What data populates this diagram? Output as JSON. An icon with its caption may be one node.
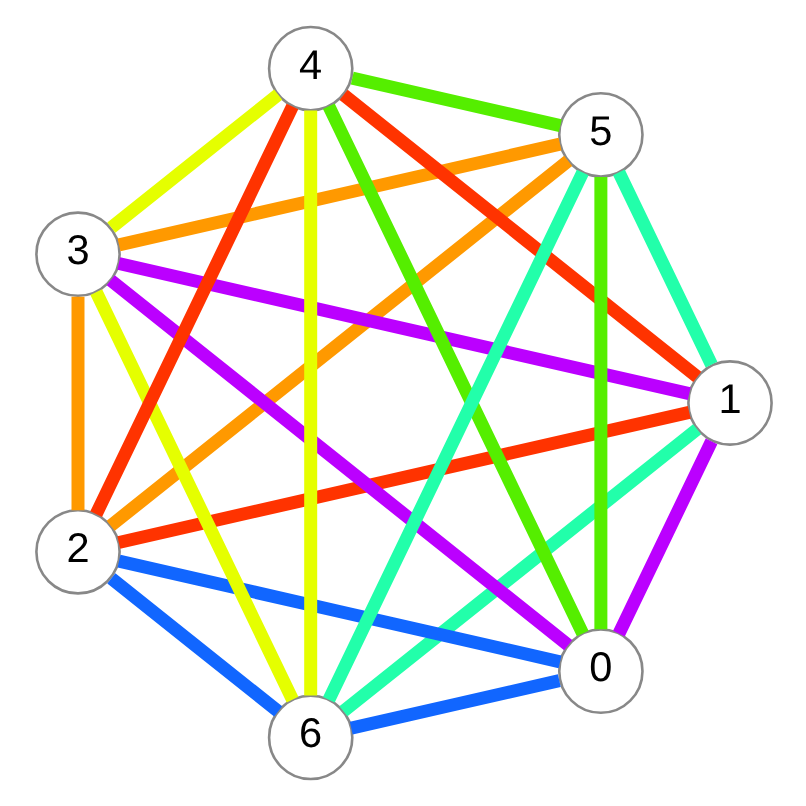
{
  "diagram": {
    "nodes": [
      {
        "text": [
          "0"
        ]
      },
      {
        "text": [
          "1"
        ]
      },
      {
        "text": [
          "2"
        ]
      },
      {
        "text": [
          "3"
        ]
      },
      {
        "text": [
          "4"
        ]
      },
      {
        "text": [
          "5"
        ]
      },
      {
        "text": [
          "6"
        ]
      }
    ],
    "edges": [
      {
        "from": 3,
        "to": 2,
        "arrow": "none",
        "color": "#ff9900"
      },
      {
        "from": 3,
        "to": 1,
        "arrow": "none",
        "color": "#bb00ff"
      },
      {
        "from": 3,
        "to": 0,
        "arrow": "none",
        "color": "#bb00ff"
      },
      {
        "from": 3,
        "to": 6,
        "arrow": "none",
        "color": "#e5ff00"
      },
      {
        "from": 3,
        "to": 4,
        "arrow": "none",
        "color": "#e5ff00"
      },
      {
        "from": 3,
        "to": 5,
        "arrow": "none",
        "color": "#ff9900"
      },
      {
        "from": 2,
        "to": 1,
        "arrow": "none",
        "color": "#ff3300"
      },
      {
        "from": 2,
        "to": 0,
        "arrow": "none",
        "color": "#1166ff"
      },
      {
        "from": 2,
        "to": 6,
        "arrow": "none",
        "color": "#1166ff"
      },
      {
        "from": 2,
        "to": 5,
        "arrow": "none",
        "color": "#ff9900"
      },
      {
        "from": 4,
        "to": 2,
        "arrow": "none",
        "color": "#ff3300"
      },
      {
        "from": 4,
        "to": 1,
        "arrow": "none",
        "color": "#ff3300"
      },
      {
        "from": 4,
        "to": 0,
        "arrow": "none",
        "color": "#55ee00"
      },
      {
        "from": 4,
        "to": 5,
        "arrow": "none",
        "color": "#55ee00"
      },
      {
        "from": 4,
        "to": 6,
        "arrow": "none",
        "color": "#e5ff00"
      },
      {
        "from": 1,
        "to": 0,
        "arrow": "none",
        "color": "#bb00ff"
      },
      {
        "from": 1,
        "to": 5,
        "arrow": "none",
        "color": "#22ffaa"
      },
      {
        "from": 1,
        "to": 6,
        "arrow": "none",
        "color": "#22ffaa"
      },
      {
        "from": 5,
        "to": 0,
        "arrow": "none",
        "color": "#55ee00"
      },
      {
        "from": 5,
        "to": 6,
        "arrow": "none",
        "color": "#22ffaa"
      },
      {
        "from": 0,
        "to": 6,
        "arrow": "none",
        "color": "#1166ff"
      }
    ]
  }
}
